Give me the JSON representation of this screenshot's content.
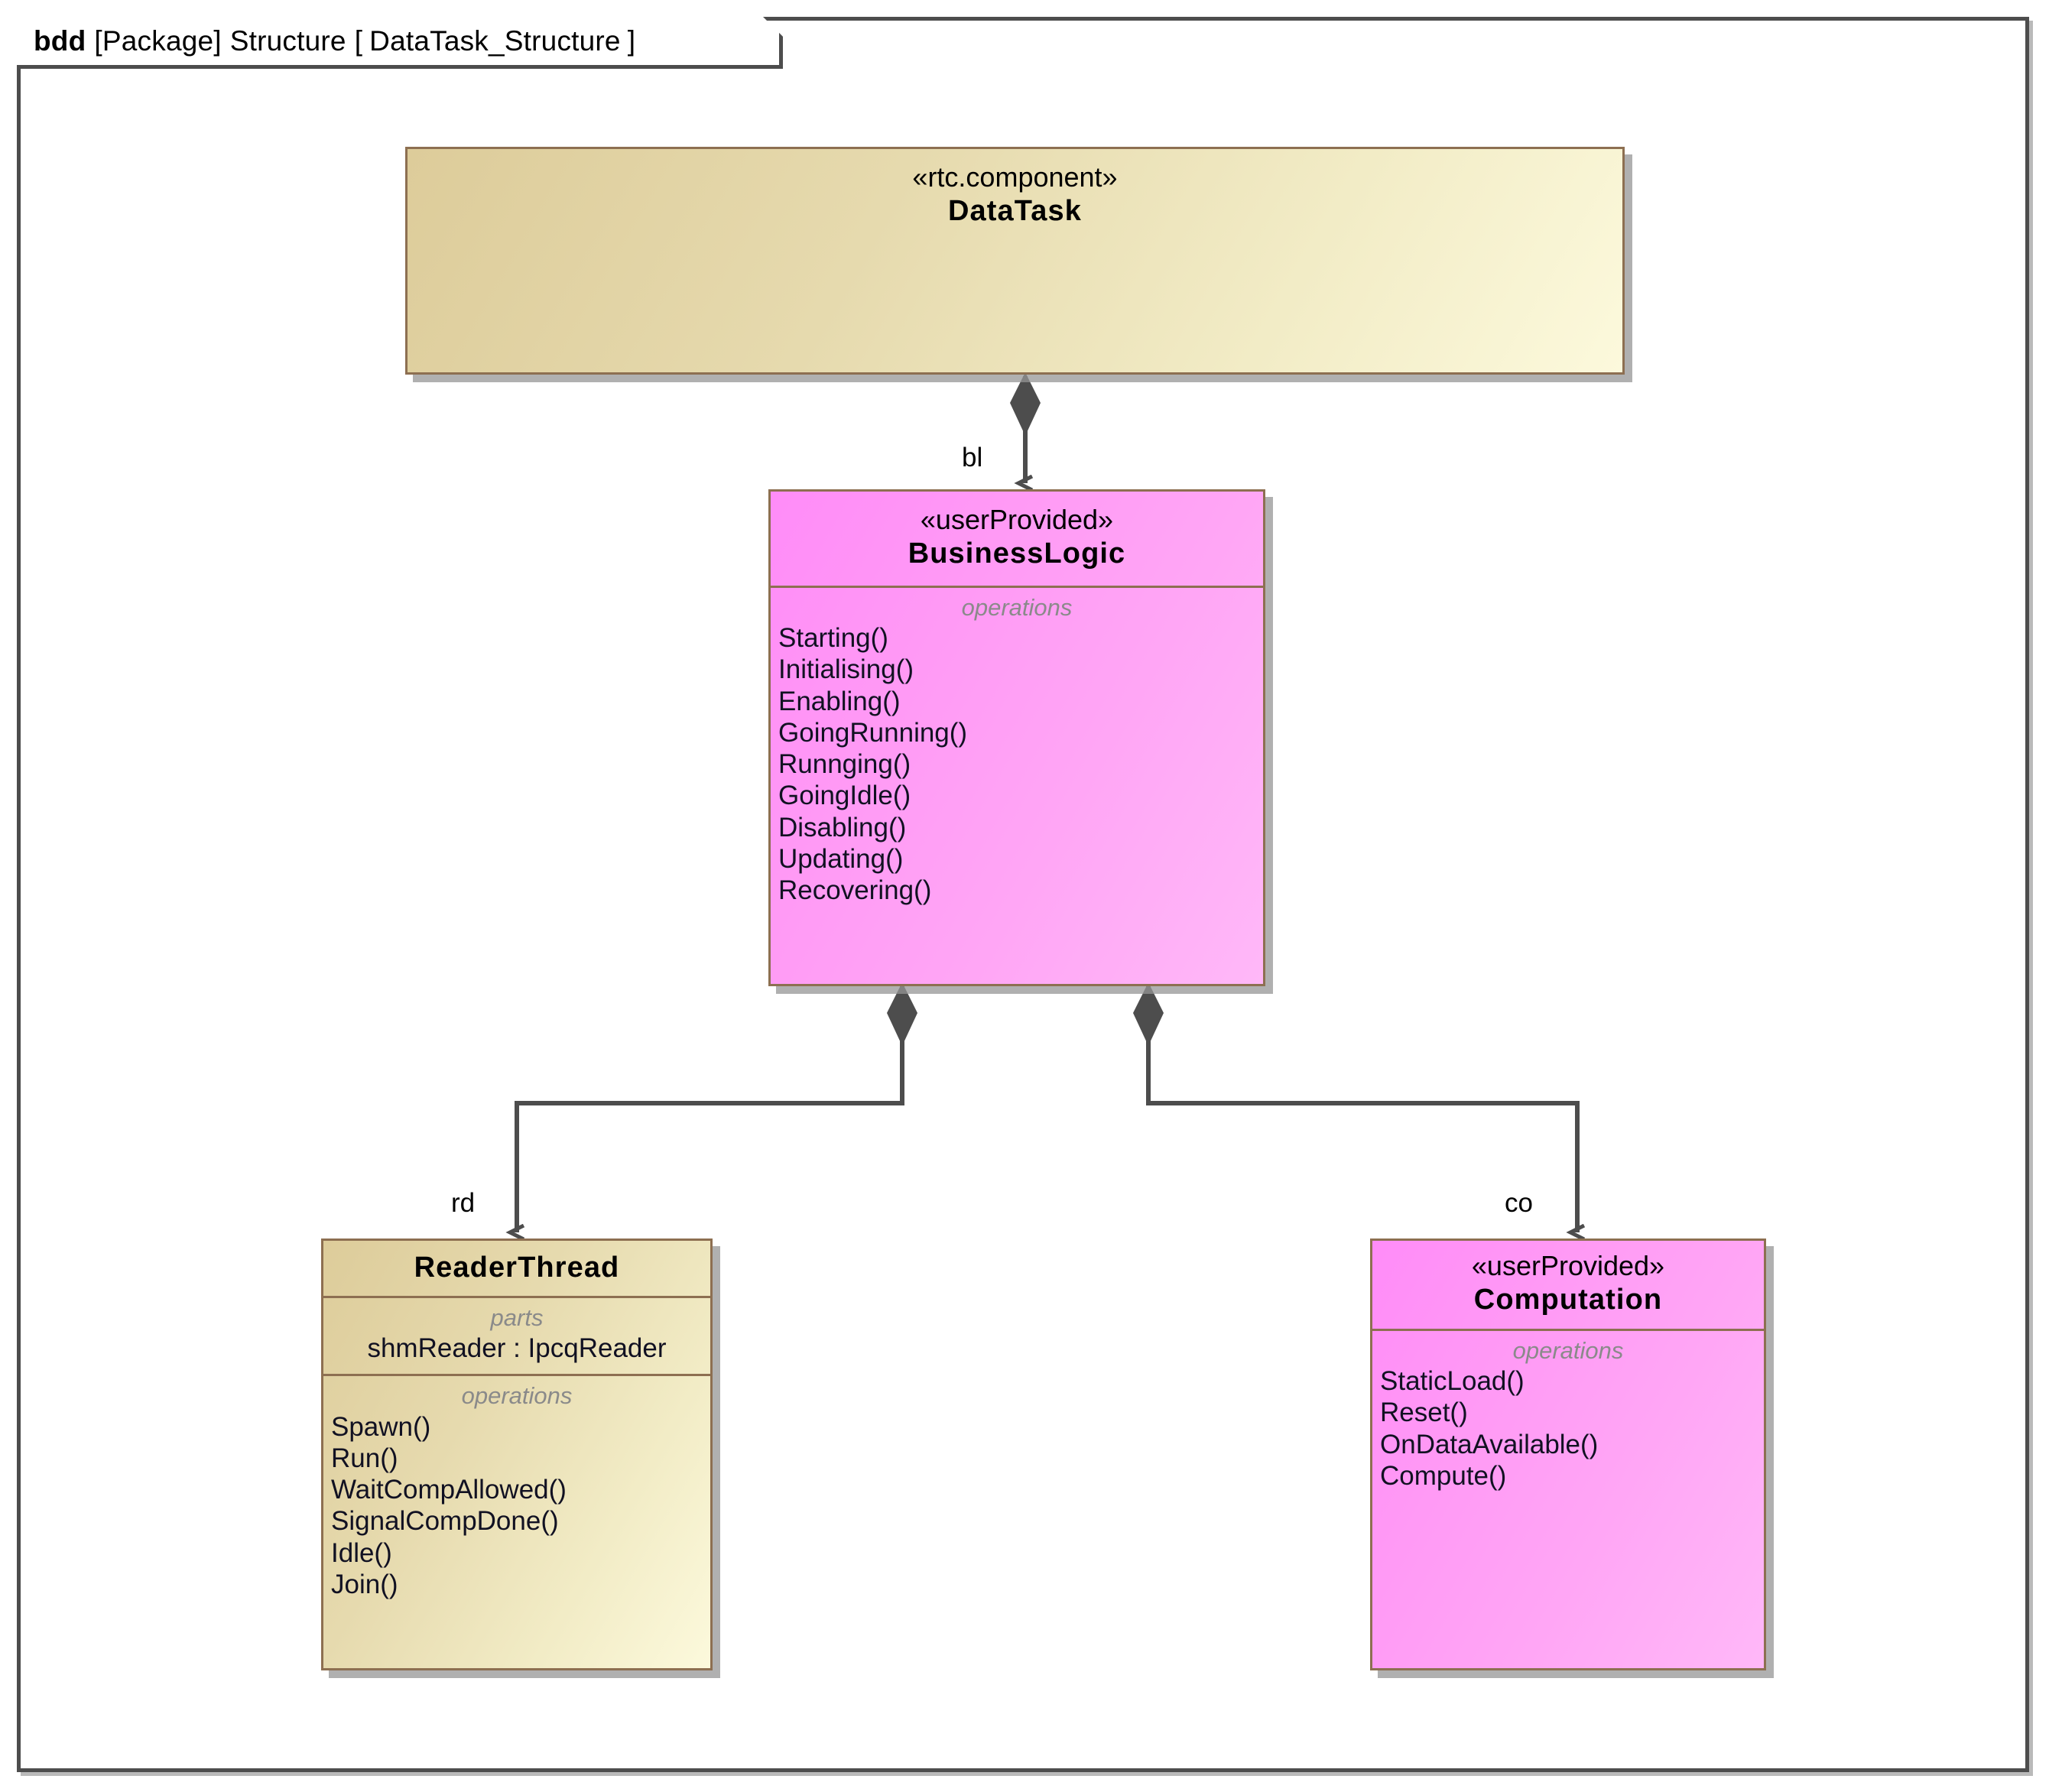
{
  "diagram": {
    "frame": {
      "kind": "bdd",
      "type": "[Package]",
      "package_name": "Structure",
      "bracket_open": "[",
      "diagram_name": "DataTask_Structure",
      "bracket_close": "]"
    },
    "colors": {
      "frame_border": "#4d4d4d",
      "block_border": "#8d6f51",
      "tan_fill": "#e6daae",
      "pink_fill": "#ff99f5",
      "connector": "#4d4d4d",
      "compartment_label": "#8a8a8a",
      "text": "#000000"
    }
  },
  "blocks": {
    "data_task": {
      "stereotype": "«rtc.component»",
      "name": "DataTask"
    },
    "business_logic": {
      "stereotype": "«userProvided»",
      "name": "BusinessLogic",
      "operations_label": "operations",
      "operations": [
        "Starting()",
        "Initialising()",
        "Enabling()",
        "GoingRunning()",
        "Runnging()",
        "GoingIdle()",
        "Disabling()",
        "Updating()",
        "Recovering()"
      ]
    },
    "reader_thread": {
      "name": "ReaderThread",
      "parts_label": "parts",
      "parts": [
        "shmReader : IpcqReader"
      ],
      "operations_label": "operations",
      "operations": [
        "Spawn()",
        "Run()",
        "WaitCompAllowed()",
        "SignalCompDone()",
        "Idle()",
        "Join()"
      ]
    },
    "computation": {
      "stereotype": "«userProvided»",
      "name": "Computation",
      "operations_label": "operations",
      "operations": [
        "StaticLoad()",
        "Reset()",
        "OnDataAvailable()",
        "Compute()"
      ]
    }
  },
  "connectors": [
    {
      "id": "bl",
      "label": "bl",
      "from": "DataTask",
      "to": "BusinessLogic",
      "kind": "composition"
    },
    {
      "id": "rd",
      "label": "rd",
      "from": "BusinessLogic",
      "to": "ReaderThread",
      "kind": "composition"
    },
    {
      "id": "co",
      "label": "co",
      "from": "BusinessLogic",
      "to": "Computation",
      "kind": "composition"
    }
  ]
}
